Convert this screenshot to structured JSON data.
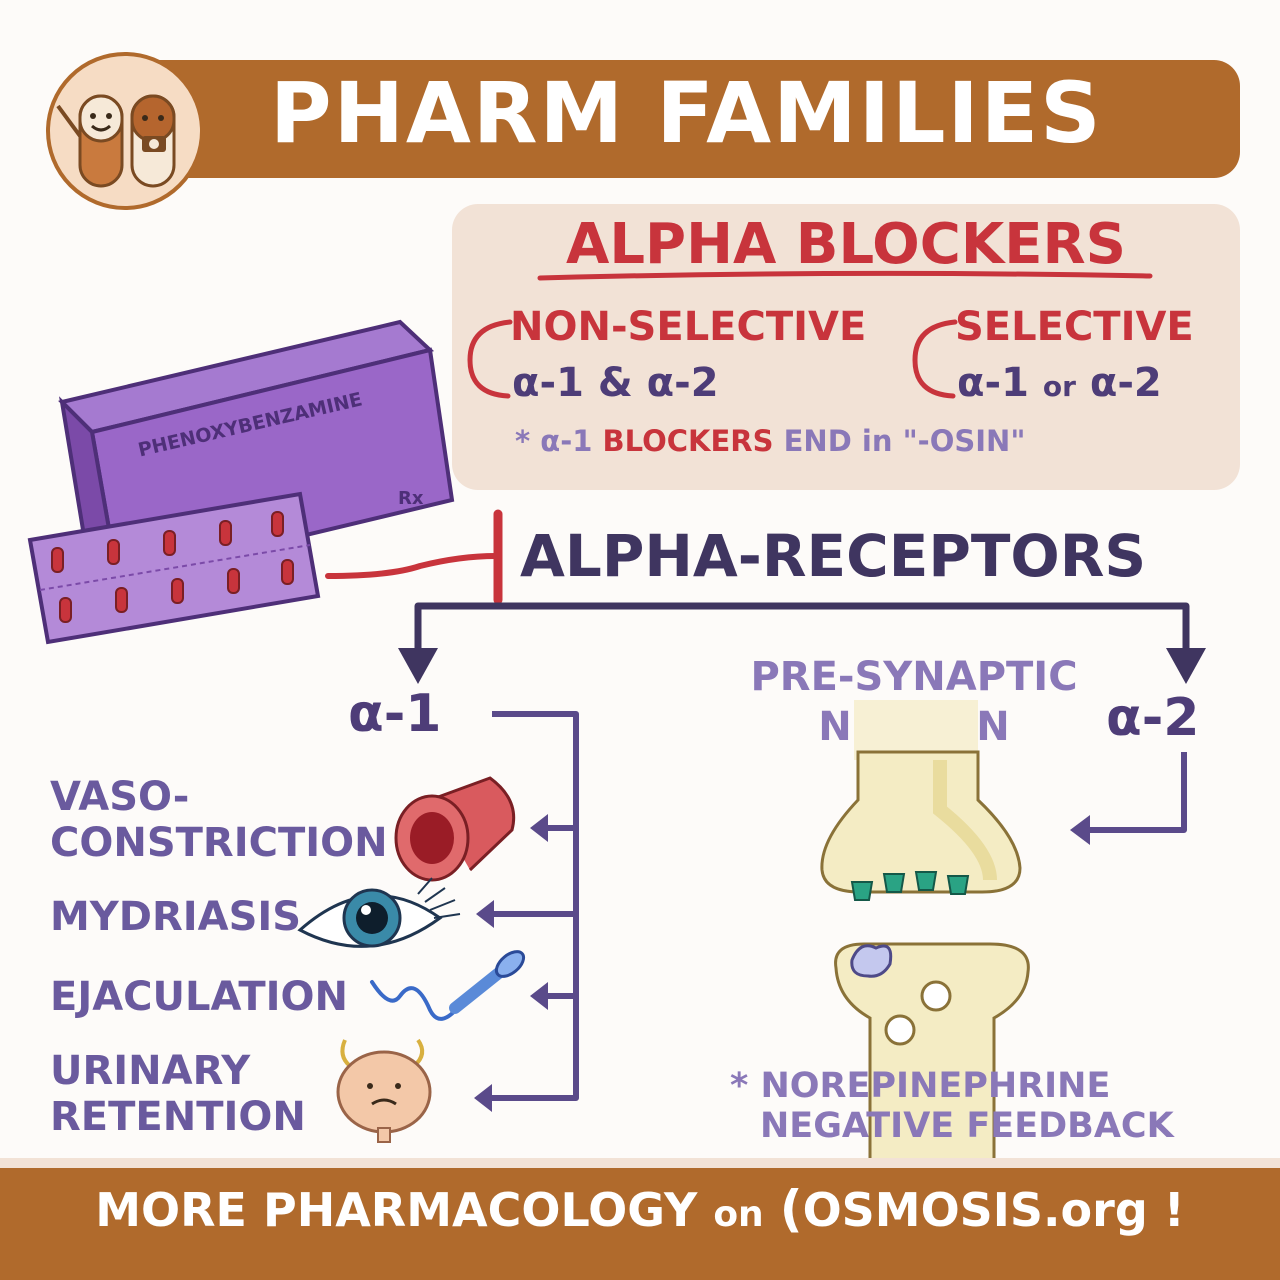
{
  "header": {
    "title": "PHARM FAMILIES"
  },
  "drug_class": {
    "title": "ALPHA BLOCKERS",
    "categories": [
      {
        "name": "NON-SELECTIVE",
        "targets": "α-1 & α-2"
      },
      {
        "name": "SELECTIVE",
        "targets_a": "α-1",
        "targets_or": "or",
        "targets_b": "α-2"
      }
    ],
    "note": {
      "star": "*",
      "alpha": "α-1",
      "blockers": "BLOCKERS",
      "end_in": "END in",
      "suffix": "\"-OSIN\""
    }
  },
  "drug_box": {
    "name": "PHENOXYBENZAMINE",
    "rx": "Rx"
  },
  "receptors": {
    "title": "ALPHA-RECEPTORS",
    "alpha1": {
      "label": "α-1",
      "effects": [
        "VASO-",
        "CONSTRICTION",
        "MYDRIASIS",
        "EJACULATION",
        "URINARY",
        "RETENTION"
      ]
    },
    "alpha2": {
      "label": "α-2",
      "neuron_label_1": "PRE-SYNAPTIC",
      "neuron_label_2": "NEURON",
      "note_line_1": "* NOREPINEPHRINE",
      "note_line_2": "NEGATIVE FEEDBACK"
    }
  },
  "footer": {
    "prefix": "MORE PHARMACOLOGY",
    "on": "on",
    "site": "OSMOSIS.org",
    "bang": "!"
  },
  "colors": {
    "brown": "#b06a2c",
    "red": "#c8343c",
    "purple": "#4e3d78",
    "lavender": "#8a78b8",
    "panel": "#f2e2d6",
    "neuron": "#f4ecc4"
  }
}
